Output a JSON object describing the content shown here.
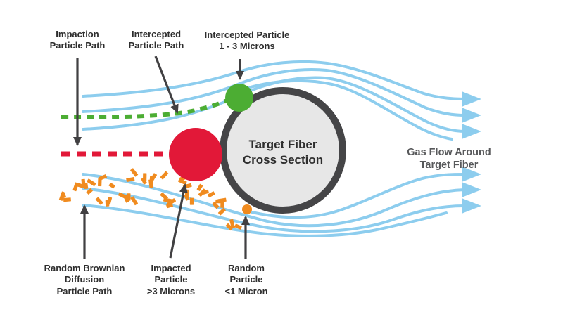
{
  "diagram": {
    "labels": {
      "impaction_path": "Impaction\nParticle Path",
      "intercepted_path": "Intercepted\nParticle Path",
      "intercepted_particle": "Intercepted Particle\n1 - 3 Microns",
      "gas_flow": "Gas Flow Around Target Fiber",
      "fiber": "Target Fiber\nCross Section",
      "brownian_path": "Random Brownian\nDiffusion\nParticle Path",
      "impacted_particle": "Impacted\nParticle\n>3 Microns",
      "random_particle": "Random\nParticle\n<1 Micron"
    },
    "colors": {
      "streamline": "#8DCDEE",
      "intercepted_green": "#4CAD33",
      "impacted_red": "#E21838",
      "brownian_orange": "#F08B1F",
      "fiber_fill": "#E7E7E7",
      "fiber_border": "#454547",
      "label_dark": "#2E2E2E",
      "label_gray": "#58595B",
      "pointer_arrow": "#414042",
      "background": "#FFFFFF"
    }
  }
}
